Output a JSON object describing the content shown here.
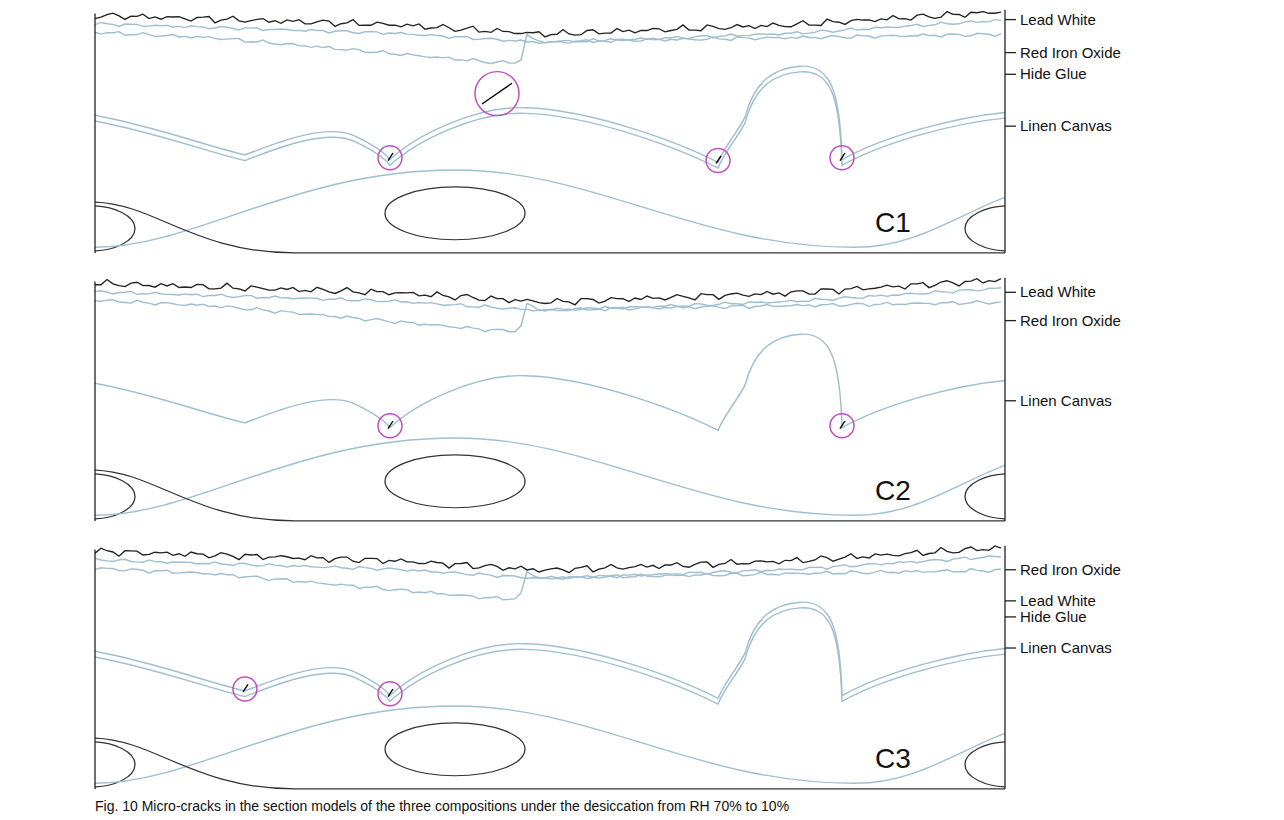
{
  "diagram": {
    "caption": "Fig. 10 Micro-cracks in the section models of the three compositions under the desiccation from RH 70% to 10%",
    "nodes": [
      {
        "text": [
          "C1"
        ]
      },
      {
        "text": [
          "C2"
        ]
      },
      {
        "text": [
          "C3"
        ]
      }
    ],
    "labels": [
      "Lead White",
      "Red Iron Oxide",
      "Hide Glue",
      "Linen Canvas",
      "Lead White",
      "Red Iron Oxide",
      "Linen Canvas",
      "Red Iron Oxide",
      "Lead White",
      "Hide Glue",
      "Linen Canvas"
    ]
  }
}
